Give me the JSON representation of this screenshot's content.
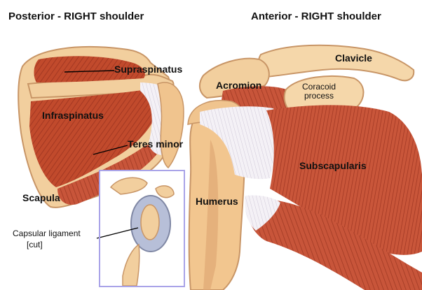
{
  "titles": {
    "posterior": "Posterior - RIGHT shoulder",
    "anterior": "Anterior - RIGHT shoulder"
  },
  "labels": {
    "supraspinatus": "Supraspinatus",
    "infraspinatus": "Infraspinatus",
    "teres_minor": "Teres minor",
    "scapula": "Scapula",
    "capsular_ligament_line1": "Capsular ligament",
    "capsular_ligament_line2": "[cut]",
    "humerus": "Humerus",
    "acromion": "Acromion",
    "coracoid_line1": "Coracoid",
    "coracoid_line2": "process",
    "clavicle": "Clavicle",
    "subscapularis": "Subscapularis"
  },
  "colors": {
    "muscle": "#c14a2c",
    "muscle_dark": "#9c3320",
    "bone": "#f2cf9e",
    "bone_shadow": "#d9a874",
    "tendon": "#f4f1f6",
    "capsule": "#b7bfd8",
    "inset_border": "#a9a3e8"
  }
}
